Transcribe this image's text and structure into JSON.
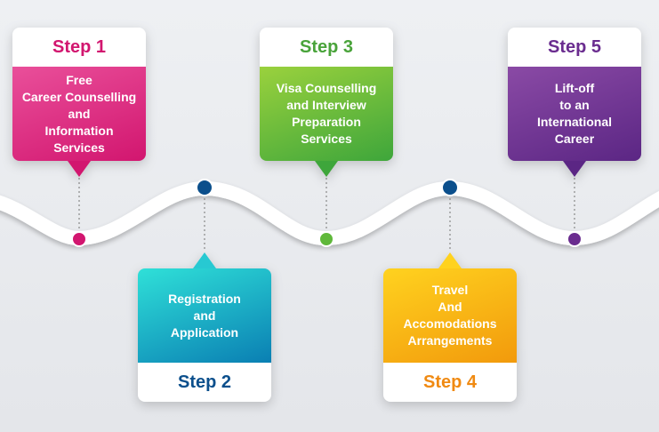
{
  "steps": [
    {
      "label": "Step 1",
      "text": "Free\nCareer Counselling\nand\nInformation Services",
      "color": "#d2166f"
    },
    {
      "label": "Step 2",
      "text": "Registration\nand\nApplication",
      "color": "#0a7fb3"
    },
    {
      "label": "Step 3",
      "text": "Visa Counselling\nand  Interview\nPreparation\nServices",
      "color": "#3ea63b"
    },
    {
      "label": "Step 4",
      "text": "Travel\nAnd\nAccomodations\nArrangements",
      "color": "#f29a0c"
    },
    {
      "label": "Step 5",
      "text": "Lift-off\nto an\nInternational\nCareer",
      "color": "#5b2684"
    }
  ]
}
